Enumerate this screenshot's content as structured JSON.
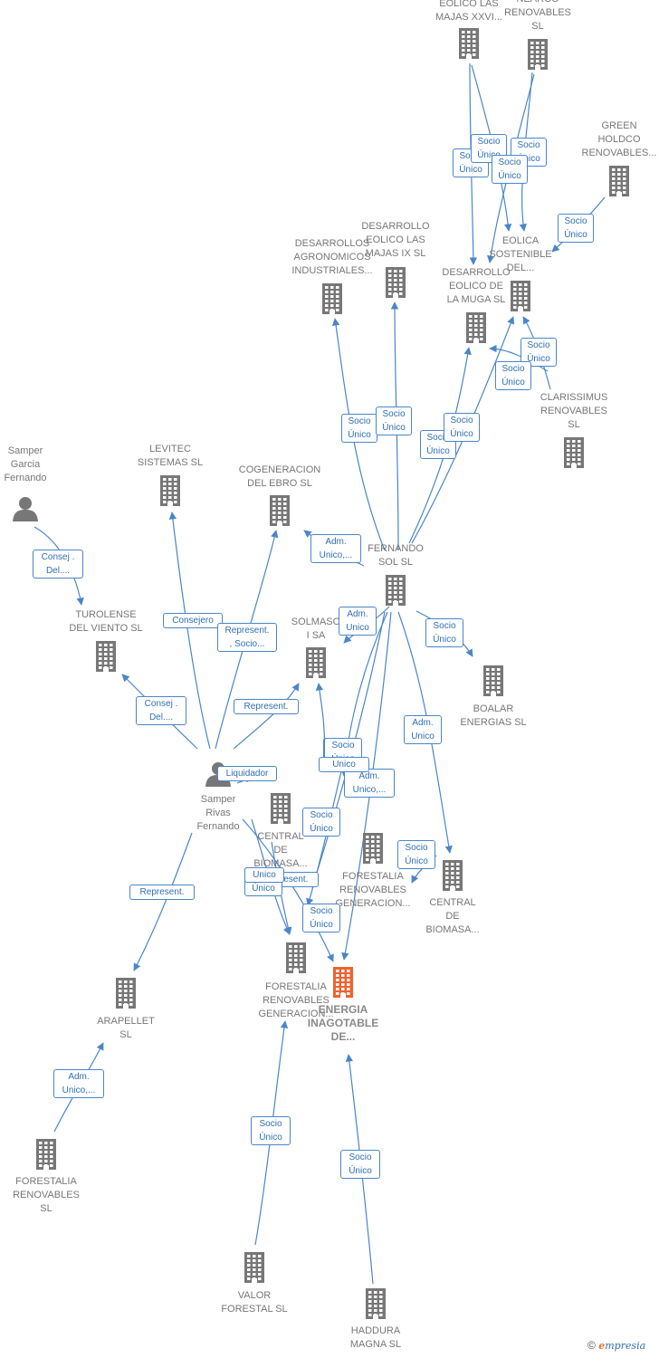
{
  "colors": {
    "edge": "#4a86c8",
    "company": "#777777",
    "focus": "#f0622f",
    "person": "#777777"
  },
  "nodes": [
    {
      "id": "eolico_majas_xxvi",
      "type": "company",
      "label": "EOLICO LAS\nMAJAS XXVI..."
    },
    {
      "id": "nearco",
      "type": "company",
      "label": "NEARCO\nRENOVABLES\nSL"
    },
    {
      "id": "green_holdco",
      "type": "company",
      "label": "GREEN\nHOLDCO\nRENOVABLES..."
    },
    {
      "id": "eolica_sostenible",
      "type": "company",
      "label": "EOLICA\nSOSTENIBLE\nDEL..."
    },
    {
      "id": "desarrollos_agronomicos",
      "type": "company",
      "label": "DESARROLLOS\nAGRONOMICOS\nINDUSTRIALES..."
    },
    {
      "id": "desarrollo_majas_ix",
      "type": "company",
      "label": "DESARROLLO\nEOLICO LAS\nMAJAS IX  SL"
    },
    {
      "id": "desarrollo_muga",
      "type": "company",
      "label": "DESARROLLO\nEOLICO DE\nLA MUGA SL"
    },
    {
      "id": "clarissimus",
      "type": "company",
      "label": "CLARISSIMUS\nRENOVABLES\nSL"
    },
    {
      "id": "samper_garcia",
      "type": "person",
      "label": "Samper\nGarcia\nFernando"
    },
    {
      "id": "levitec",
      "type": "company",
      "label": "LEVITEC\nSISTEMAS  SL"
    },
    {
      "id": "cogeneracion",
      "type": "company",
      "label": "COGENERACION\nDEL EBRO  SL"
    },
    {
      "id": "fernando_sol",
      "type": "company",
      "label": "FERNANDO\nSOL SL"
    },
    {
      "id": "turolense",
      "type": "company",
      "label": "TUROLENSE\nDEL VIENTO SL"
    },
    {
      "id": "solmaso",
      "type": "company",
      "label": "SOLMASO\nI SA"
    },
    {
      "id": "boalar",
      "type": "company",
      "label": "BOALAR\nENERGIAS  SL"
    },
    {
      "id": "samper_rivas",
      "type": "person",
      "label": "Samper\nRivas\nFernando"
    },
    {
      "id": "central_biomasa_1",
      "type": "company",
      "label": "CENTRAL\nDE\nBIOMASA..."
    },
    {
      "id": "forestalia_gen_1",
      "type": "company",
      "label": "FORESTALIA\nRENOVABLES\nGENERACION..."
    },
    {
      "id": "central_biomasa_2",
      "type": "company",
      "label": "CENTRAL\nDE\nBIOMASA..."
    },
    {
      "id": "forestalia_gen_2",
      "type": "company",
      "label": "FORESTALIA\nRENOVABLES\nGENERACION..."
    },
    {
      "id": "energia_inagotable",
      "type": "focus",
      "label": "ENERGIA\nINAGOTABLE\nDE..."
    },
    {
      "id": "arapellet",
      "type": "company",
      "label": "ARAPELLET\nSL"
    },
    {
      "id": "forestalia_sl",
      "type": "company",
      "label": "FORESTALIA\nRENOVABLES\nSL"
    },
    {
      "id": "valor_forestal",
      "type": "company",
      "label": "VALOR\nFORESTAL SL"
    },
    {
      "id": "haddura",
      "type": "company",
      "label": "HADDURA\nMAGNA  SL"
    }
  ],
  "edges": [
    {
      "label": "Socio\nÚnico"
    },
    {
      "label": "Socio\nÚnico"
    },
    {
      "label": "Socio\nÚnico"
    },
    {
      "label": "Socio\nÚnico"
    },
    {
      "label": "Socio\nÚnico"
    },
    {
      "label": "Socio\nÚnico"
    },
    {
      "label": "Socio\nÚnico"
    },
    {
      "label": "Socio\nÚnico"
    },
    {
      "label": "Socio\nÚnico"
    },
    {
      "label": "Socio\nÚnico"
    },
    {
      "label": "Socio\nÚnico"
    },
    {
      "label": "Adm.\nUnico,..."
    },
    {
      "label": "Adm.\nUnico"
    },
    {
      "label": "Socio\nÚnico"
    },
    {
      "label": "Adm.\nUnico"
    },
    {
      "label": "Socio\nÚnico"
    },
    {
      "label": "Adm.\nUnico,..."
    },
    {
      "label": "Socio\nÚnico"
    },
    {
      "label": "Consej .\nDel...."
    },
    {
      "label": "Consejero"
    },
    {
      "label": "Represent.\n, Socio..."
    },
    {
      "label": "Consej .\nDel...."
    },
    {
      "label": "Represent."
    },
    {
      "label": "Liquidador"
    },
    {
      "label": "Represent."
    },
    {
      "label": "Represent."
    },
    {
      "label": "Socio\nÚnico"
    },
    {
      "label": "Socio\nÚnico"
    },
    {
      "label": "Socio\nÚnico"
    },
    {
      "label": "Socio\nÚnico"
    },
    {
      "label": "Adm.\nUnico,..."
    },
    {
      "label": "Socio\nÚnico"
    },
    {
      "label": "Socio\nÚnico"
    },
    {
      "label": "Unico"
    },
    {
      "label": "Unico"
    }
  ],
  "copyright": {
    "symbol": "©",
    "brand_first": "e",
    "brand_rest": "mpresia"
  }
}
